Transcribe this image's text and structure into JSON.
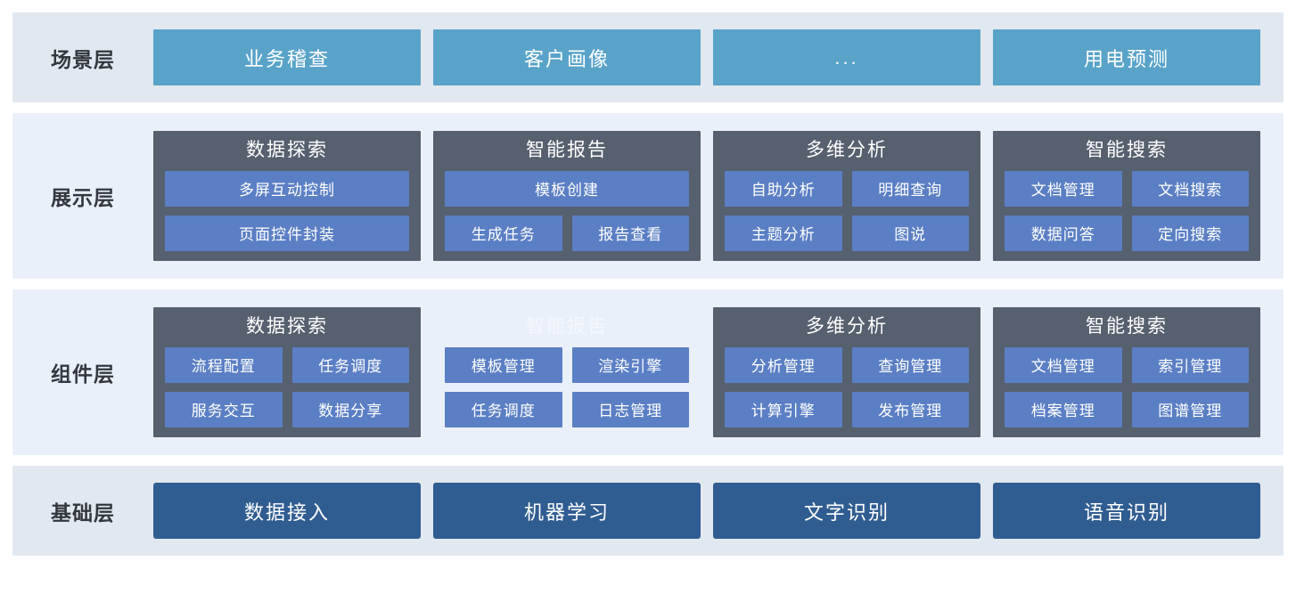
{
  "layers": [
    {
      "key": "scenario",
      "label": "场景层",
      "cards": [
        {
          "label": "业务稽查",
          "ellipsis": false
        },
        {
          "label": "客户画像",
          "ellipsis": false
        },
        {
          "label": "...",
          "ellipsis": true
        },
        {
          "label": "用电预测",
          "ellipsis": false
        }
      ]
    },
    {
      "key": "presentation",
      "label": "展示层",
      "panels": [
        {
          "title": "数据探索",
          "muted": false,
          "rows": [
            [
              "多屏互动控制"
            ],
            [
              "页面控件封装"
            ]
          ]
        },
        {
          "title": "智能报告",
          "muted": false,
          "rows": [
            [
              "模板创建"
            ],
            [
              "生成任务",
              "报告查看"
            ]
          ]
        },
        {
          "title": "多维分析",
          "muted": false,
          "rows": [
            [
              "自助分析",
              "明细查询"
            ],
            [
              "主题分析",
              "图说"
            ]
          ]
        },
        {
          "title": "智能搜索",
          "muted": false,
          "rows": [
            [
              "文档管理",
              "文档搜索"
            ],
            [
              "数据问答",
              "定向搜索"
            ]
          ]
        }
      ]
    },
    {
      "key": "component",
      "label": "组件层",
      "panels": [
        {
          "title": "数据探索",
          "muted": false,
          "rows": [
            [
              "流程配置",
              "任务调度"
            ],
            [
              "服务交互",
              "数据分享"
            ]
          ]
        },
        {
          "title": "智能报告",
          "muted": true,
          "rows": [
            [
              "模板管理",
              "渲染引擎"
            ],
            [
              "任务调度",
              "日志管理"
            ]
          ]
        },
        {
          "title": "多维分析",
          "muted": false,
          "rows": [
            [
              "分析管理",
              "查询管理"
            ],
            [
              "计算引擎",
              "发布管理"
            ]
          ]
        },
        {
          "title": "智能搜索",
          "muted": false,
          "rows": [
            [
              "文档管理",
              "索引管理"
            ],
            [
              "档案管理",
              "图谱管理"
            ]
          ]
        }
      ]
    },
    {
      "key": "foundation",
      "label": "基础层",
      "cards": [
        {
          "label": "数据接入"
        },
        {
          "label": "机器学习"
        },
        {
          "label": "文字识别"
        },
        {
          "label": "语音识别"
        }
      ]
    }
  ],
  "colors": {
    "scenario_card": "#59a3c9",
    "panel_dark": "#56606f",
    "chip_blue": "#5b7fc4",
    "foundation_card": "#305d91",
    "row_band_gray": "#e2e8f0",
    "row_band_blue": "#eaf0f9",
    "label_text": "#33383f"
  }
}
